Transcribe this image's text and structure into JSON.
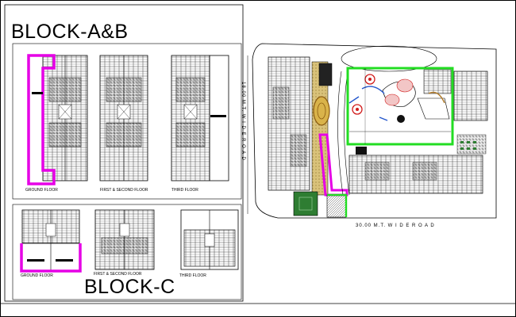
{
  "drawing": {
    "block_ab_title": "BLOCK-A&B",
    "block_c_title": "BLOCK-C",
    "ab_captions": [
      "GROUND FLOOR",
      "FIRST & SECOND FLOOR",
      "THIRD FLOOR"
    ],
    "c_captions": [
      "GROUND FLOOR",
      "FIRST & SECOND FLOOR",
      "THIRD FLOOR"
    ],
    "road_bottom": "30.00 M.T.  W I D E  R O A D",
    "road_side": "18.00 M.T.  W I D E  R O A D"
  },
  "colors": {
    "line": "#000000",
    "highlight_magenta": "#e600e6",
    "highlight_green": "#22dd22",
    "garden_green": "#2e7d32",
    "paving": "#d9c27a",
    "water_blue": "#2255cc",
    "accent_red": "#d11a1a"
  }
}
